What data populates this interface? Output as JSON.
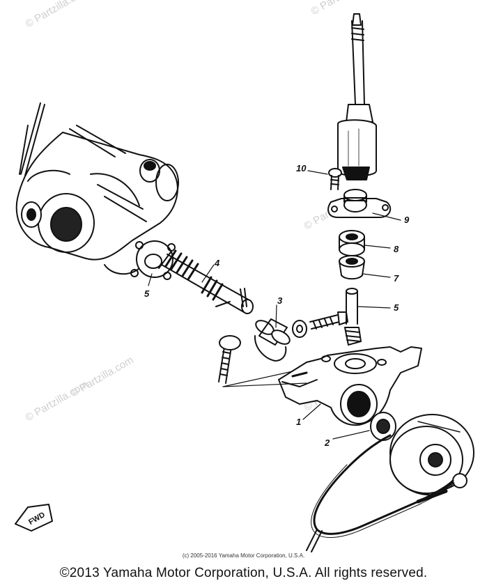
{
  "diagram": {
    "callouts": [
      {
        "id": "1",
        "label": "1"
      },
      {
        "id": "2",
        "label": "2"
      },
      {
        "id": "3",
        "label": "3"
      },
      {
        "id": "4",
        "label": "4"
      },
      {
        "id": "5a",
        "label": "5"
      },
      {
        "id": "5b",
        "label": "5"
      },
      {
        "id": "7",
        "label": "7"
      },
      {
        "id": "8",
        "label": "8"
      },
      {
        "id": "9",
        "label": "9"
      },
      {
        "id": "10",
        "label": "10"
      }
    ],
    "fwd_badge": "FWD",
    "watermark": "© Partzilla.com"
  },
  "footer": {
    "small_copyright": "(c) 2005-2016 Yamaha Motor Corporation, U.S.A.",
    "copyright": "©2013 Yamaha Motor Corporation, U.S.A. All rights reserved."
  }
}
